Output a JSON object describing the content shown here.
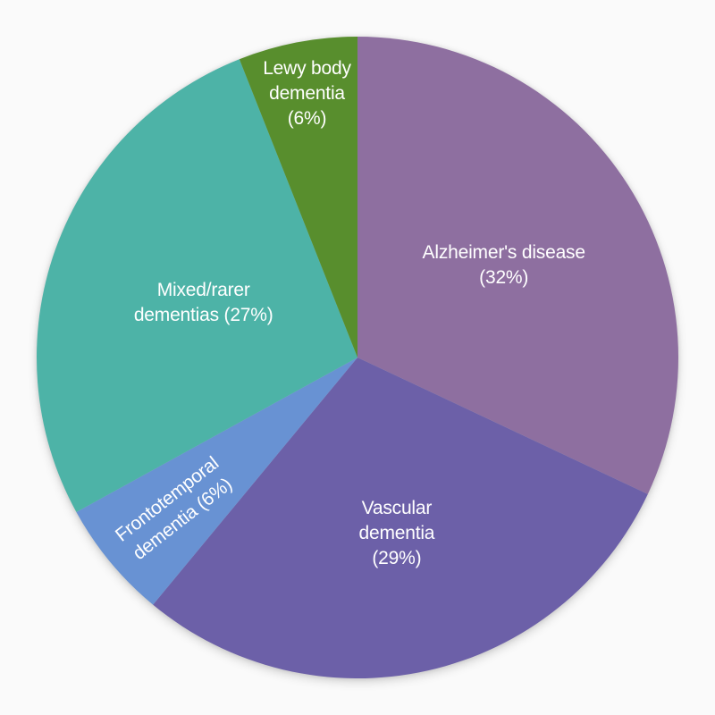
{
  "chart_data": {
    "type": "pie",
    "title": "",
    "categories": [
      "Alzheimer's disease",
      "Vascular dementia",
      "Frontotemporal dementia",
      "Mixed/rarer dementias",
      "Lewy body dementia"
    ],
    "values": [
      32,
      29,
      6,
      27,
      6
    ],
    "unit": "%",
    "slugs": [
      "alzheimers-disease",
      "vascular-dementia",
      "frontotemporal-dementia",
      "mixed-rarer-dementias",
      "lewy-body-dementia"
    ],
    "colors": [
      "#8e6fa0",
      "#6c60a8",
      "#6892d3",
      "#4db3a7",
      "#588e2d"
    ],
    "label_color": "#ffffff",
    "background": "#fafafa",
    "start_angle_deg": 0,
    "direction": "clockwise",
    "legend": "none",
    "labels": [
      {
        "lines": [
          "Alzheimer's disease",
          "(32%)"
        ],
        "radius_frac": 0.54,
        "rotation_deg": 0
      },
      {
        "lines": [
          "Vascular",
          "dementia",
          "(29%)"
        ],
        "radius_frac": 0.56,
        "rotation_deg": 0
      },
      {
        "lines": [
          "Frontotemporal",
          "dementia (6%)"
        ],
        "radius_frac": 0.74,
        "rotation_deg": -38
      },
      {
        "lines": [
          "Mixed/rarer",
          "dementias (27%)"
        ],
        "radius_frac": 0.51,
        "rotation_deg": 0
      },
      {
        "lines": [
          "Lewy body",
          "dementia",
          "(6%)"
        ],
        "radius_frac": 0.84,
        "rotation_deg": 0
      }
    ]
  }
}
